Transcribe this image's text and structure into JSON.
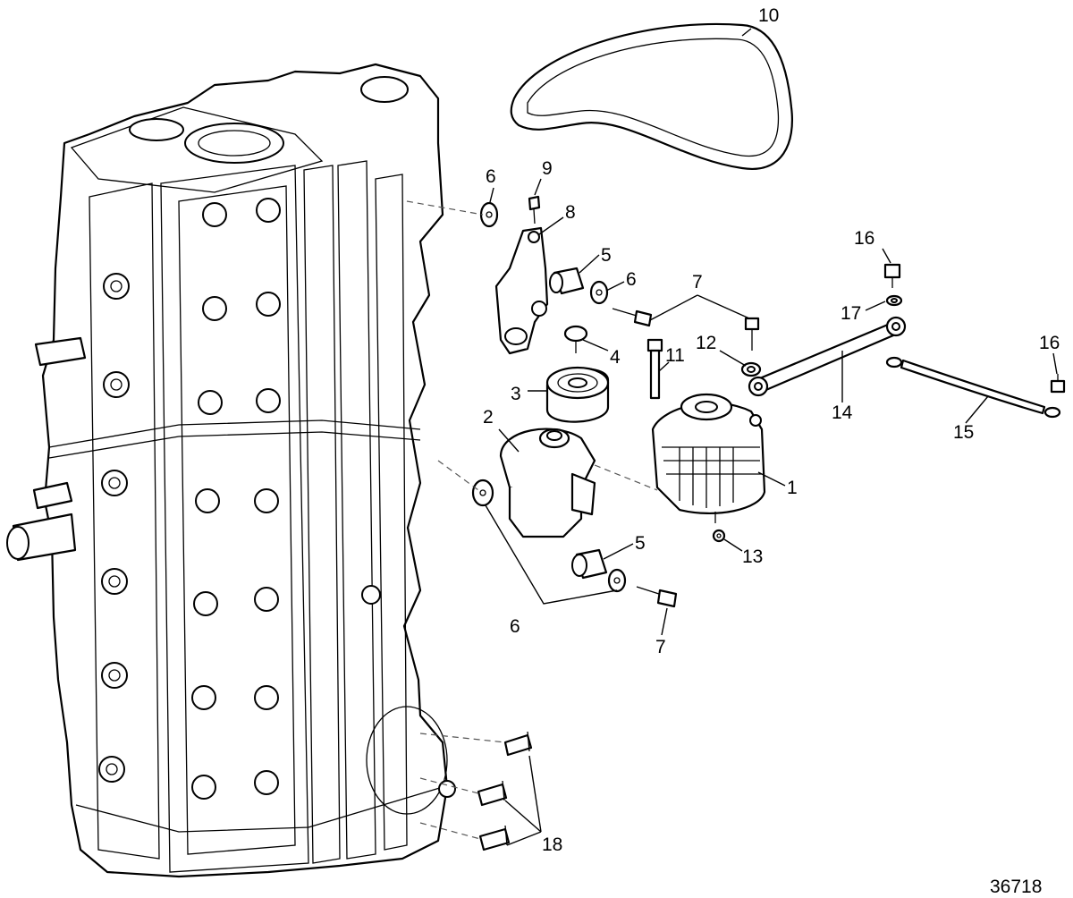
{
  "figure_number": "36718",
  "callouts": [
    "1",
    "2",
    "3",
    "4",
    "5",
    "6",
    "7",
    "8",
    "9",
    "10",
    "11",
    "12",
    "13",
    "14",
    "15",
    "16",
    "17",
    "18"
  ]
}
